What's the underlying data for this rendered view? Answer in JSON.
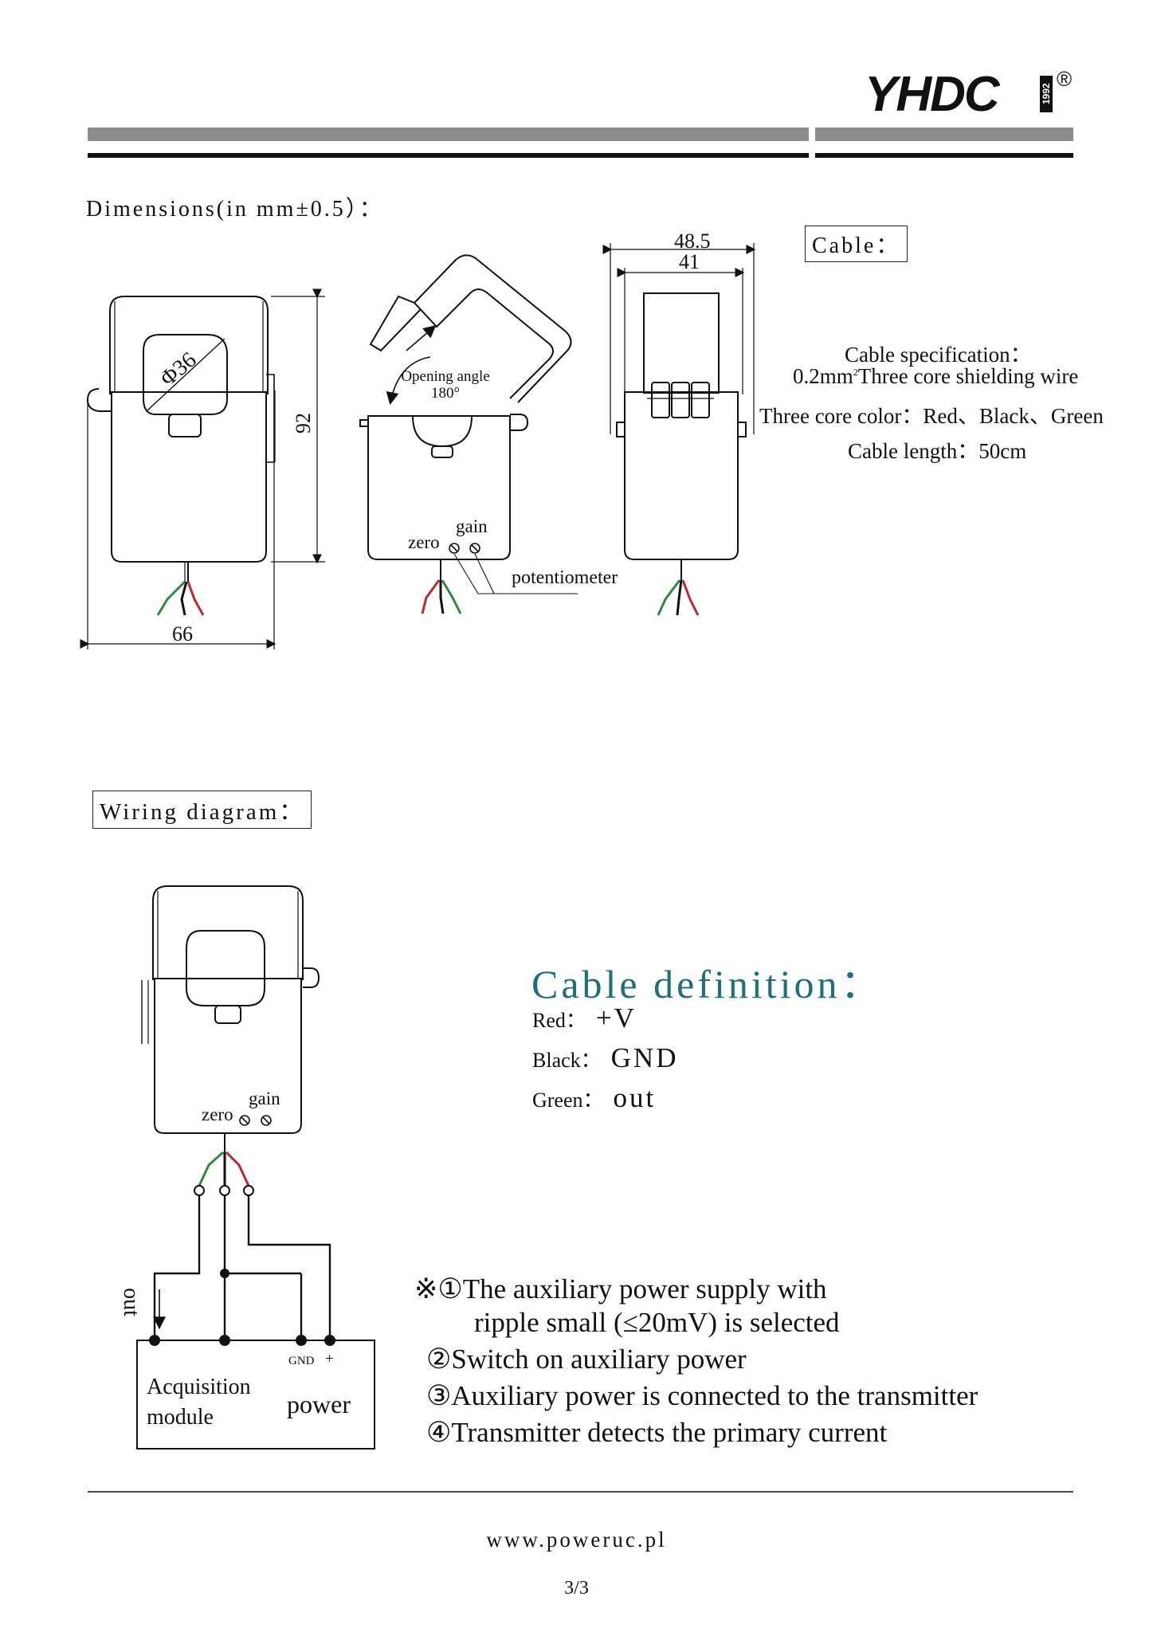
{
  "header": {
    "logo_text": "YHDC",
    "logo_year": "1992",
    "logo_reg": "®"
  },
  "dimensions": {
    "title": "Dimensions(in mm±0.5）：",
    "dia_label": "Φ36",
    "height_label": "92",
    "width_label": "66",
    "depth_outer_label": "48.5",
    "depth_inner_label": "41",
    "opening_angle_label": "Opening angle",
    "opening_angle_value": "180°",
    "zero_label": "zero",
    "gain_label": "gain",
    "potentiometer_label": "potentiometer"
  },
  "cable": {
    "box_label": "Cable：",
    "spec_line1": "Cable specification：",
    "spec_line2_a": "0.2mm",
    "spec_line2_sup": "2",
    "spec_line2_b": "Three core shielding wire",
    "color_line": "Three core color：Red、Black、Green",
    "length_line": "Cable length：50cm"
  },
  "wiring": {
    "box_label": "Wiring diagram：",
    "zero_label": "zero",
    "gain_label": "gain",
    "out_label": "out",
    "gnd_label": "GND",
    "plus_label": "+",
    "module_line1": "Acquisition",
    "module_line2": "module",
    "power_label": "power"
  },
  "cable_definition": {
    "title": "Cable definition：",
    "rows": [
      {
        "key": "Red：",
        "value": "+V"
      },
      {
        "key": "Black：",
        "value": "GND"
      },
      {
        "key": "Green：",
        "value": "out"
      }
    ]
  },
  "notes": {
    "line1": "※①The auxiliary power supply with",
    "line2": "ripple small (≤20mV) is selected",
    "line3": "②Switch on auxiliary power",
    "line4": "③Auxiliary power is connected to the transmitter",
    "line5": "④Transmitter detects the primary current"
  },
  "footer": {
    "url": "www.poweruc.pl",
    "page": "3/3"
  },
  "colors": {
    "accent_teal": "#1e6f78",
    "wire_red": "#c0282d",
    "wire_green": "#2e8b3e",
    "wire_black": "#111111",
    "bar_gray": "#8c8c8c"
  }
}
